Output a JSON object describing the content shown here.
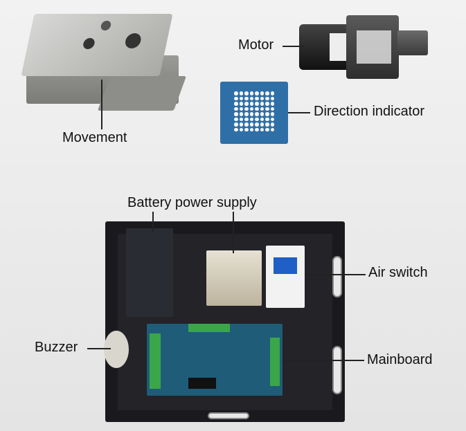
{
  "labels": {
    "movement": "Movement",
    "motor": "Motor",
    "direction_indicator": "Direction indicator",
    "battery_power_supply": "Battery power supply",
    "air_switch": "Air switch",
    "buzzer": "Buzzer",
    "mainboard": "Mainboard"
  },
  "colors": {
    "background": "#ececec",
    "board": "#1f5c78",
    "indicator_board": "#2f6fa8"
  }
}
